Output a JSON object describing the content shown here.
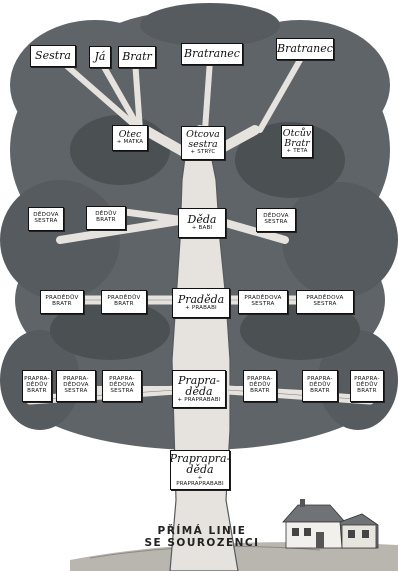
{
  "title": "PŘÍMÁ LINIE SE SOUROZENCI",
  "title_lines": [
    "PŘÍMÁ LINIE",
    "SE SOUROZENCI"
  ],
  "colors": {
    "foliage": "#5f6468",
    "foliage_dark": "#3f4447",
    "trunk": "#e6e3de",
    "trunk_line": "#555a5e",
    "ground": "#b9b6b0",
    "label_bg": "#ffffff"
  },
  "labels": {
    "row1": {
      "sestra": {
        "main": "Sestra"
      },
      "ja": {
        "main": "Já"
      },
      "bratr": {
        "main": "Bratr"
      },
      "bratranec_1": {
        "main": "Bratranec"
      },
      "bratranec_2": {
        "main": "Bratranec"
      }
    },
    "row2": {
      "otec": {
        "main": "Otec",
        "sub": "+ MATKA"
      },
      "otcova_sestra": {
        "main": "Otcova\nsestra",
        "sub": "+ STRÝC"
      },
      "otcuv_bratr": {
        "main": "Otcův\nBratr",
        "sub": "+ TETA"
      }
    },
    "row3": {
      "dedova_sestra_1": {
        "main": "DĚDOVA\nSESTRA"
      },
      "deduv_bratr": {
        "main": "DĚDŮV\nBRATR"
      },
      "deda": {
        "main": "Děda",
        "sub": "+ BABI"
      },
      "dedova_sestra_2": {
        "main": "DĚDOVA\nSESTRA"
      }
    },
    "row4": {
      "praded_bratr_1": {
        "main": "PRADĚDŮV\nBRATR"
      },
      "praded_bratr_2": {
        "main": "PRADĚDŮV\nBRATR"
      },
      "praded": {
        "main": "Praděda",
        "sub": "+ PRABABI"
      },
      "pradedova_sestra_1": {
        "main": "PRADĚDOVA\nSESTRA"
      },
      "pradedova_sestra_2": {
        "main": "PRADĚDOVA\nSESTRA"
      }
    },
    "row5": {
      "prapra_bratr_1": {
        "main": "PRAPRA-\nDĚDŮV\nBRATR"
      },
      "prapra_sestra_1": {
        "main": "PRAPRA-\nDĚDOVA\nSESTRA"
      },
      "prapra_sestra_2": {
        "main": "PRAPRA-\nDĚDOVA\nSESTRA"
      },
      "praprad": {
        "main": "Prapra-\nděda",
        "sub": "+ PRAPRABABI"
      },
      "prapra_bratr_2": {
        "main": "PRAPRA-\nDĚDŮV\nBRATR"
      },
      "prapra_bratr_3": {
        "main": "PRAPRA-\nDĚDŮV\nBRATR"
      },
      "prapra_bratr_4": {
        "main": "PRAPRA-\nDĚDŮV\nBRATR"
      }
    },
    "row6": {
      "prapraprad": {
        "main": "Praprapra-\nděda",
        "sub": "+ PRAPRAPRABABI"
      }
    }
  }
}
